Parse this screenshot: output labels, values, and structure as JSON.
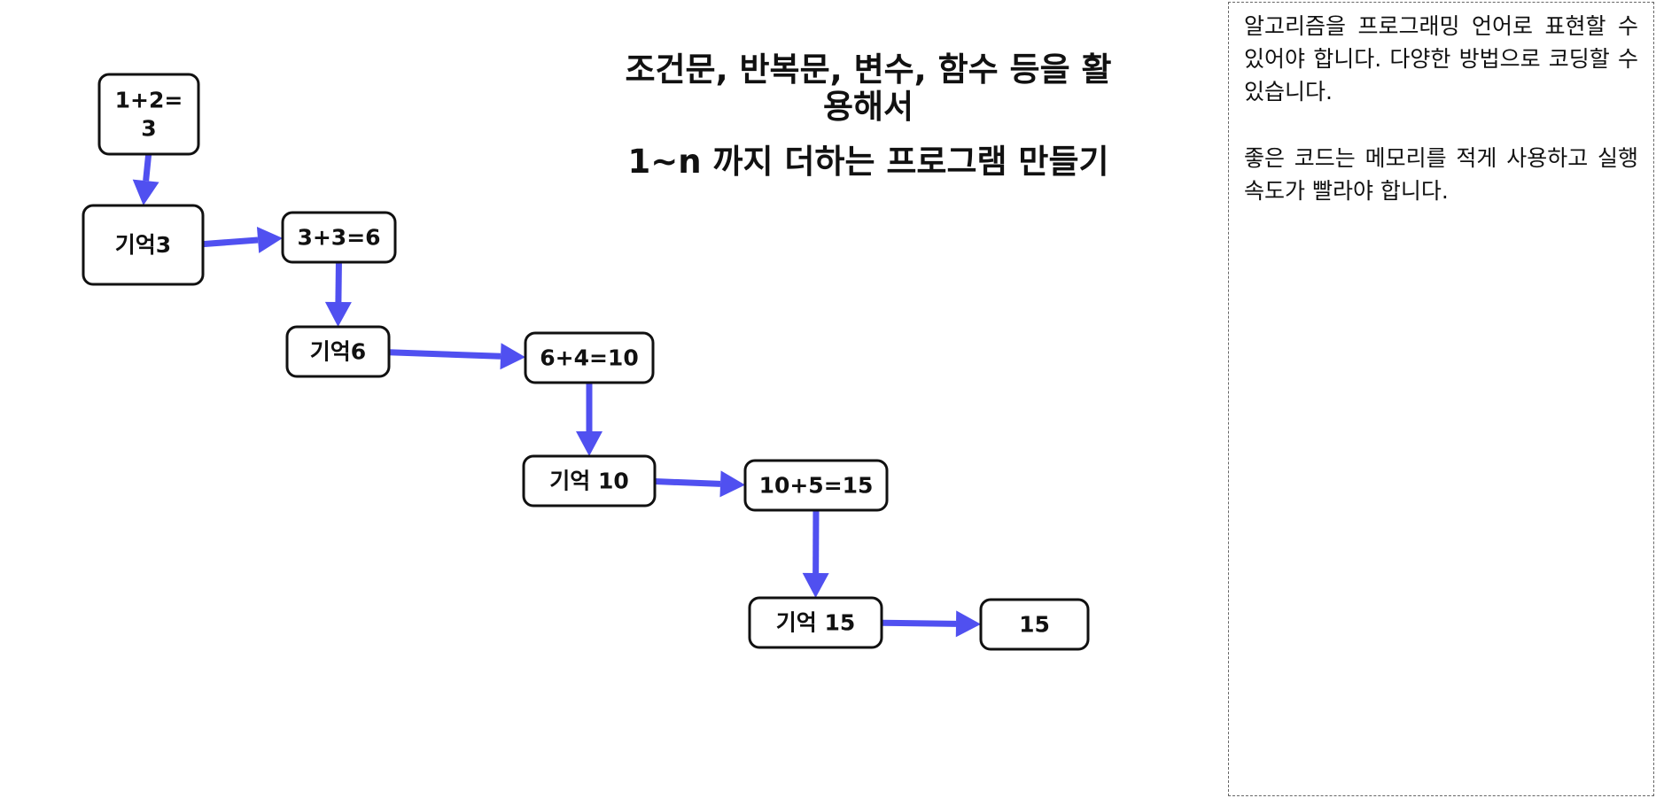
{
  "title": {
    "line1": "조건문, 반복문, 변수, 함수 등을 활용해서",
    "line2": "1~n 까지 더하는 프로그램 만들기"
  },
  "nodes": [
    {
      "id": "sum-1-2",
      "lines": [
        "1+2=",
        "3"
      ]
    },
    {
      "id": "memory-3",
      "lines": [
        "기억3"
      ]
    },
    {
      "id": "sum-3-3",
      "lines": [
        "3+3=6"
      ]
    },
    {
      "id": "memory-6",
      "lines": [
        "기억6"
      ]
    },
    {
      "id": "sum-6-4",
      "lines": [
        "6+4=10"
      ]
    },
    {
      "id": "memory-10",
      "lines": [
        "기억  10"
      ]
    },
    {
      "id": "sum-10-5",
      "lines": [
        "10+5=15"
      ]
    },
    {
      "id": "memory-15",
      "lines": [
        "기억  15"
      ]
    },
    {
      "id": "result-15",
      "lines": [
        "15"
      ]
    }
  ],
  "edges": [
    {
      "from": "sum-1-2",
      "to": "memory-3"
    },
    {
      "from": "memory-3",
      "to": "sum-3-3"
    },
    {
      "from": "sum-3-3",
      "to": "memory-6"
    },
    {
      "from": "memory-6",
      "to": "sum-6-4"
    },
    {
      "from": "sum-6-4",
      "to": "memory-10"
    },
    {
      "from": "memory-10",
      "to": "sum-10-5"
    },
    {
      "from": "sum-10-5",
      "to": "memory-15"
    },
    {
      "from": "memory-15",
      "to": "result-15"
    }
  ],
  "side_panel": {
    "paragraphs": [
      "알고리즘을 프로그래밍 언어로 표현할 수 있어야 합니다. 다양한 방법으로 코딩할 수 있습니다.",
      "좋은 코드는 메모리를 적게 사용하고 실행 속도가 빨라야 합니다."
    ]
  },
  "colors": {
    "arrow": "#5050f0",
    "box_border": "#111111",
    "text": "#111111",
    "background": "#ffffff"
  }
}
